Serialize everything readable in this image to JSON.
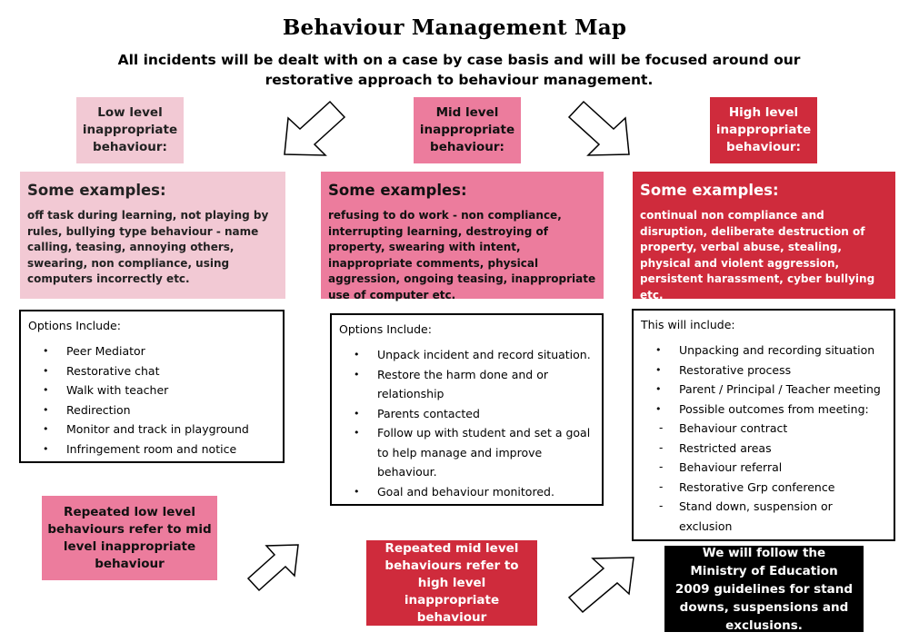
{
  "title": "Behaviour Management Map",
  "subtitle": "All incidents will be dealt with on a case by case basis and will be focused around our restorative approach to behaviour management.",
  "columns": [
    {
      "label": "Low level inappropriate behaviour:",
      "examples_heading": "Some examples:",
      "examples_text": "off task during learning, not playing by rules, bullying type behaviour - name calling, teasing, annoying others, swearing, non compliance, using computers incorrectly etc.",
      "options_heading": "Options Include:",
      "options": [
        "Peer Mediator",
        "Restorative chat",
        "Walk with teacher",
        "Redirection",
        "Monitor and track in playground",
        "Infringement room and notice"
      ]
    },
    {
      "label": "Mid level inappropriate behaviour:",
      "examples_heading": "Some examples:",
      "examples_text": "refusing to do work - non compliance, interrupting learning, destroying of property, swearing with intent, inappropriate comments,  physical  aggression, ongoing teasing, inappropriate use of computer etc.",
      "options_heading": "Options Include:",
      "options": [
        "Unpack  incident and record situation.",
        "Restore the harm done and or relationship",
        "Parents contacted",
        "Follow up with student and set a  goal to help manage and improve behaviour.",
        "Goal and behaviour monitored."
      ]
    },
    {
      "label": "High level inappropriate behaviour:",
      "examples_heading": "Some examples:",
      "examples_text": "continual non compliance and disruption, deliberate destruction of property, verbal abuse, stealing, physical and violent aggression, persistent harassment, cyber bullying etc.",
      "options_heading": "This will include:",
      "options": [
        "Unpacking and recording situation",
        "Restorative process",
        "Parent / Principal / Teacher meeting",
        "Possible outcomes from meeting:"
      ],
      "sub_options": [
        "Behaviour  contract",
        "Restricted areas",
        "Behaviour referral",
        "Restorative Grp conference",
        "Stand down, suspension or exclusion"
      ]
    }
  ],
  "bottom": {
    "low_to_mid": "Repeated low level behaviours refer to mid level inappropriate behaviour",
    "mid_to_high": "Repeated mid level behaviours refer to high level  inappropriate behaviour",
    "ministry": "We will follow the Ministry of Education 2009 guidelines for stand downs, suspensions and exclusions."
  },
  "colors": {
    "light_pink": "#f2c9d4",
    "pink": "#ec7c9d",
    "red": "#cf2b3c",
    "black": "#000000"
  },
  "icons": [
    "arrow-down-left-icon",
    "arrow-down-right-icon",
    "arrow-up-right-icon"
  ]
}
